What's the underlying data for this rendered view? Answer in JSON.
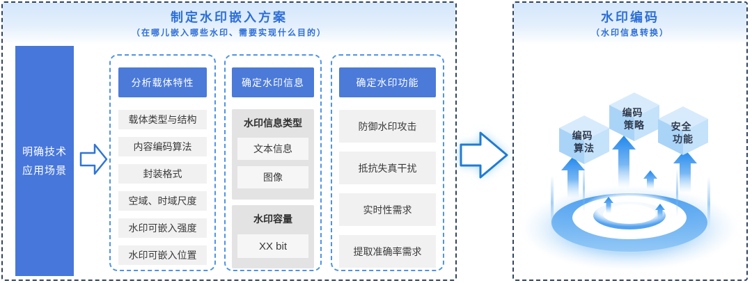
{
  "colors": {
    "accent_blue": "#2e6fd8",
    "button_blue": "#4b7ad9",
    "panel_border": "#31435f",
    "column_border": "#4d93e8",
    "item_gray": "#f1f1f1",
    "group_gray": "#e3e3e3",
    "arrow_blue": "#1f7bd4"
  },
  "left_panel": {
    "title": "制定水印嵌入方案",
    "subtitle": "（在哪儿嵌入哪些水印、需要实现什么目的）",
    "scene_box": {
      "line1": "明确技术",
      "line2": "应用场景"
    },
    "columns": [
      {
        "header": "分析载体特性",
        "items": [
          "载体类型与结构",
          "内容编码算法",
          "封装格式",
          "空域、时域尺度",
          "水印可嵌入强度",
          "水印可嵌入位置"
        ]
      },
      {
        "header": "确定水印信息",
        "groups": [
          {
            "label": "水印信息类型",
            "items": [
              "文本信息",
              "图像"
            ]
          },
          {
            "label": "水印容量",
            "items": [
              "XX bit"
            ]
          }
        ]
      },
      {
        "header": "确定水印功能",
        "items": [
          "防御水印攻击",
          "抵抗失真干扰",
          "实时性需求",
          "提取准确率需求"
        ]
      }
    ]
  },
  "right_panel": {
    "title": "水印编码",
    "subtitle": "（水印信息转换）",
    "cubes": [
      {
        "line1": "编码",
        "line2": "算法"
      },
      {
        "line1": "编码",
        "line2": "策略"
      },
      {
        "line1": "安全",
        "line2": "功能"
      }
    ]
  }
}
